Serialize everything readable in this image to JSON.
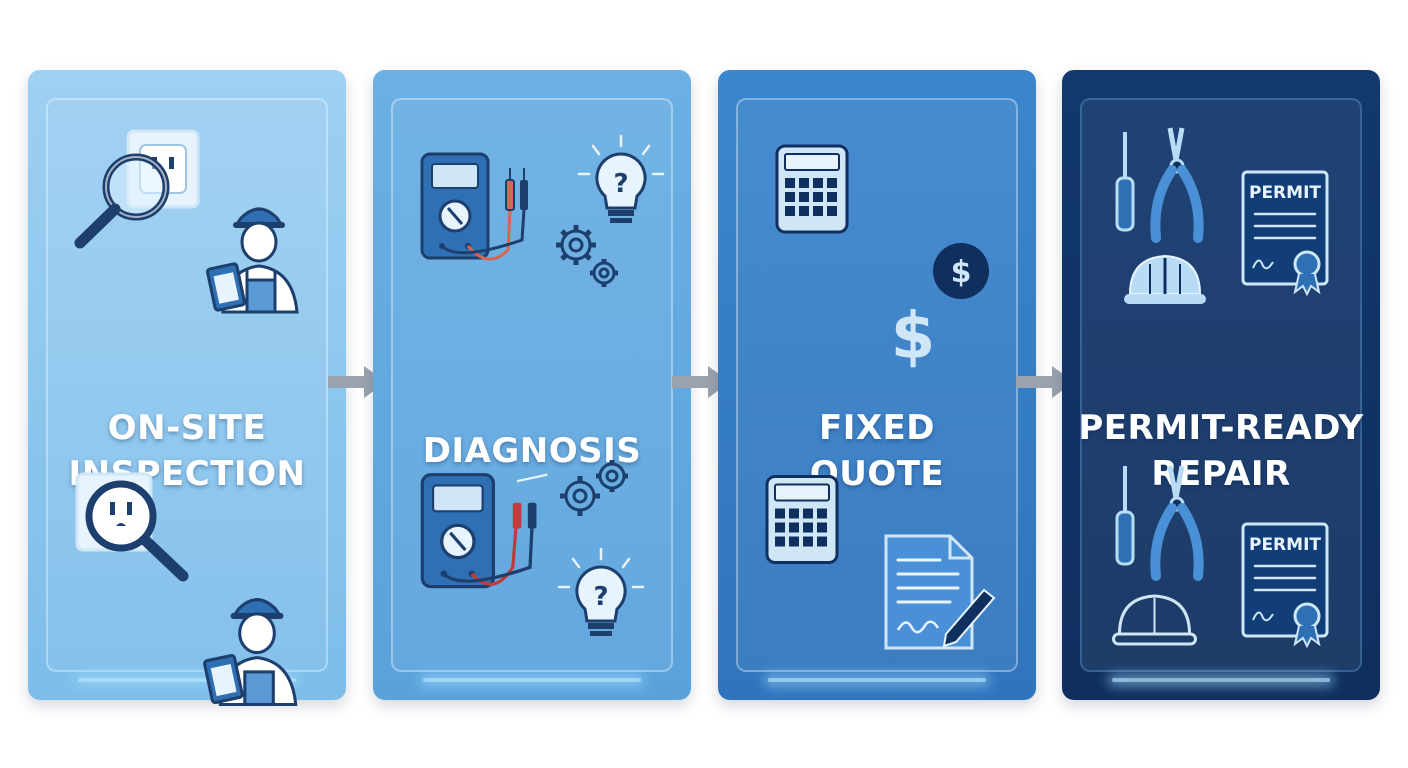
{
  "steps": [
    {
      "line1": "ON-SITE",
      "line2": "INSPECTION"
    },
    {
      "line1": "DIAGNOSIS",
      "line2": ""
    },
    {
      "line1": "FIXED",
      "line2": "QUOTE"
    },
    {
      "line1": "PERMIT-READY",
      "line2": "REPAIR"
    }
  ],
  "permit_label": "PERMIT",
  "colors": {
    "step1": "#8ac6ee",
    "step2": "#62a9e0",
    "step3": "#357dc5",
    "step4": "#113466",
    "arrow": "#9aa3ad",
    "icon_line": "#1d3f6e"
  },
  "icons": [
    "magnifier-outlet-icon",
    "technician-clipboard-icon",
    "multimeter-icon",
    "gears-icon",
    "lightbulb-question-icon",
    "calculator-icon",
    "dollar-icon",
    "signed-document-icon",
    "screwdriver-icon",
    "pliers-icon",
    "hard-hat-icon",
    "permit-certificate-icon"
  ]
}
